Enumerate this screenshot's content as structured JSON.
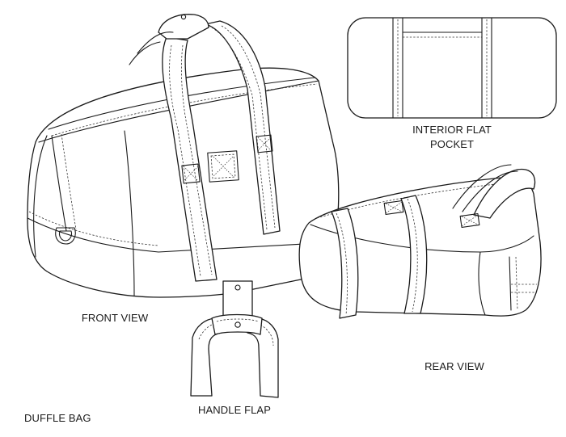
{
  "sheet": {
    "title": "DUFFLE BAG"
  },
  "views": {
    "front": {
      "label": "FRONT VIEW"
    },
    "rear": {
      "label": "REAR VIEW"
    },
    "pocket": {
      "label_line1": "INTERIOR FLAT",
      "label_line2": "POCKET"
    },
    "flap": {
      "label": "HANDLE FLAP"
    }
  },
  "colors": {
    "line": "#1a1a1a",
    "stitch": "#333333",
    "background": "#ffffff"
  }
}
